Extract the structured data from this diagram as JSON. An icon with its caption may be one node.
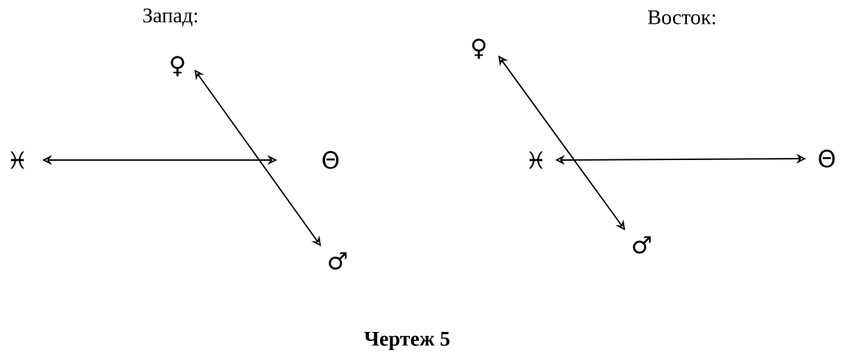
{
  "diagram": {
    "caption": "Чертеж 5",
    "nodes": [
      {
        "text": [
          "♀"
        ]
      },
      {
        "text": [
          "♓"
        ]
      },
      {
        "text": [
          "Θ"
        ]
      },
      {
        "text": [
          "♂"
        ]
      },
      {
        "text": [
          "♀"
        ]
      },
      {
        "text": [
          "♓"
        ]
      },
      {
        "text": [
          "Θ"
        ]
      },
      {
        "text": [
          "♂"
        ]
      }
    ],
    "edges": [
      {
        "from": 1,
        "to": 2,
        "arrow": "both"
      },
      {
        "from": 0,
        "to": 3,
        "arrow": "both"
      },
      {
        "from": 5,
        "to": 6,
        "arrow": "both"
      },
      {
        "from": 4,
        "to": 7,
        "arrow": "both"
      }
    ],
    "labels": [
      "Запад:",
      "Восток:"
    ]
  }
}
